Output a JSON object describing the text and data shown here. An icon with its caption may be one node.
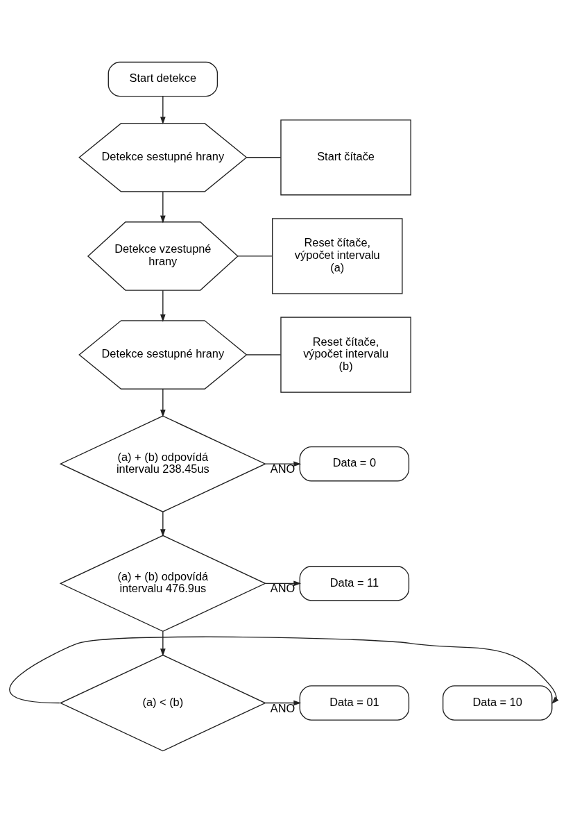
{
  "diagram": {
    "nodes": [
      {
        "text": [
          "Start detekce"
        ]
      },
      {
        "text": [
          "Detekce sestupné hrany"
        ]
      },
      {
        "text": [
          "Start čítače"
        ]
      },
      {
        "text": [
          "Detekce vzestupné hrany"
        ]
      },
      {
        "text": [
          "Reset čítače, výpočet intervalu (a)"
        ]
      },
      {
        "text": [
          "Detekce sestupné hrany"
        ]
      },
      {
        "text": [
          "Reset čítače, výpočet intervalu (b)"
        ]
      },
      {
        "text": [
          "(a) + (b) odpovídá intervalu 238.45us"
        ]
      },
      {
        "text": [
          "Data = 0"
        ]
      },
      {
        "text": [
          "(a) + (b) odpovídá intervalu 476.9us"
        ]
      },
      {
        "text": [
          "Data = 11"
        ]
      },
      {
        "text": [
          "Data = 10"
        ]
      },
      {
        "text": [
          "(a) < (b)"
        ]
      },
      {
        "text": [
          "Data = 01"
        ]
      }
    ],
    "edges": [
      {
        "from": 0,
        "to": 1,
        "arrow": "to"
      },
      {
        "from": 1,
        "to": 2,
        "arrow": "none"
      },
      {
        "from": 1,
        "to": 3,
        "arrow": "to"
      },
      {
        "from": 3,
        "to": 4,
        "arrow": "none"
      },
      {
        "from": 3,
        "to": 5,
        "arrow": "to"
      },
      {
        "from": 5,
        "to": 6,
        "arrow": "none"
      },
      {
        "from": 5,
        "to": 7,
        "arrow": "to"
      },
      {
        "from": 7,
        "to": 8,
        "arrow": "to",
        "label": "ANO"
      },
      {
        "from": 7,
        "to": 9,
        "arrow": "to"
      },
      {
        "from": 9,
        "to": 10,
        "arrow": "to",
        "label": "ANO"
      },
      {
        "from": 9,
        "to": 12,
        "arrow": "to"
      },
      {
        "from": 12,
        "to": 11,
        "arrow": "to"
      },
      {
        "from": 12,
        "to": 13,
        "arrow": "to",
        "label": "ANO"
      }
    ]
  }
}
